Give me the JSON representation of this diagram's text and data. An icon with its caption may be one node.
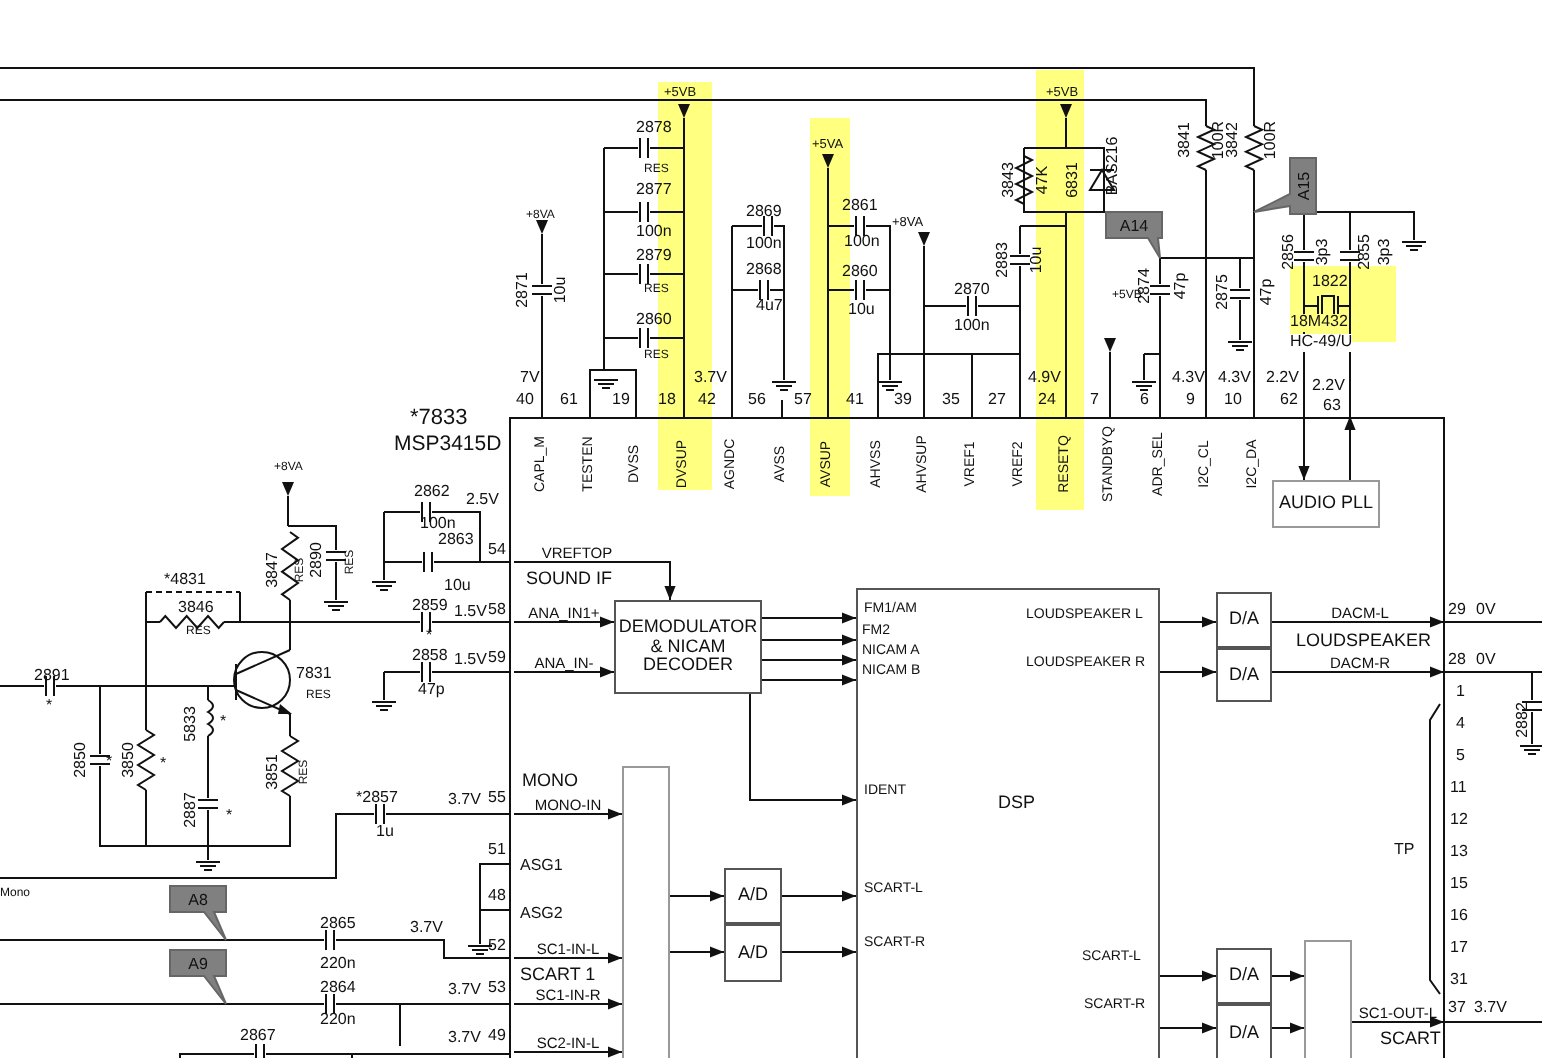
{
  "diagram": {
    "nodes": [
      {
        "text": [
          "DEMODULATOR & NICAM DECODER"
        ]
      },
      {
        "text": [
          "FM1/AM",
          "FM2",
          "NICAM A",
          "NICAM B",
          "IDENT",
          "SCART-L",
          "SCART-R",
          "DSP",
          "LOUDSPEAKER L",
          "LOUDSPEAKER R",
          "SCART-L",
          "SCART-R"
        ]
      },
      {
        "text": [],
        "shape": "box"
      },
      {
        "text": [
          "A/D"
        ]
      },
      {
        "text": [
          "A/D"
        ]
      },
      {
        "text": [
          "D/A"
        ]
      },
      {
        "text": [
          "D/A"
        ]
      },
      {
        "text": [
          "D/A"
        ]
      },
      {
        "text": [
          "D/A"
        ]
      },
      {
        "text": [],
        "shape": "box"
      },
      {
        "text": [
          "AUDIO PLL"
        ]
      },
      {
        "text": [
          "A8"
        ]
      },
      {
        "text": [
          "A9"
        ]
      },
      {
        "text": [
          "A14"
        ]
      },
      {
        "text": [
          "A15"
        ]
      },
      {
        "text": [
          "VREFTOP"
        ]
      },
      {
        "text": [
          "ANA_IN1+"
        ]
      },
      {
        "text": [
          "ANA_IN-"
        ]
      },
      {
        "text": [
          "MONO-IN"
        ]
      },
      {
        "text": [
          "SC1-IN-L"
        ]
      },
      {
        "text": [
          "SC1-IN-R"
        ]
      },
      {
        "text": [
          "SC2-IN-L"
        ]
      },
      {
        "text": [
          "DACM-L"
        ]
      },
      {
        "text": [
          "DACM-R"
        ]
      },
      {
        "text": [
          "SC1-OUT-L"
        ]
      },
      {
        "text": [
          "62"
        ]
      },
      {
        "text": [
          "63"
        ]
      }
    ],
    "edges": [
      {
        "from": 15,
        "to": 0,
        "arrow": "to"
      },
      {
        "from": 16,
        "to": 0,
        "arrow": "to"
      },
      {
        "from": 17,
        "to": 0,
        "arrow": "to"
      },
      {
        "from": 0,
        "to": 1,
        "arrow": "to"
      },
      {
        "from": 0,
        "to": 1,
        "arrow": "to"
      },
      {
        "from": 0,
        "to": 1,
        "arrow": "to"
      },
      {
        "from": 0,
        "to": 1,
        "arrow": "to"
      },
      {
        "from": 0,
        "to": 1,
        "arrow": "to"
      },
      {
        "from": 18,
        "to": 2,
        "arrow": "to"
      },
      {
        "from": 19,
        "to": 2,
        "arrow": "to"
      },
      {
        "from": 20,
        "to": 2,
        "arrow": "to"
      },
      {
        "from": 21,
        "to": 2,
        "arrow": "to"
      },
      {
        "from": 2,
        "to": 3,
        "arrow": "to"
      },
      {
        "from": 2,
        "to": 4,
        "arrow": "to"
      },
      {
        "from": 3,
        "to": 1,
        "arrow": "to"
      },
      {
        "from": 4,
        "to": 1,
        "arrow": "to"
      },
      {
        "from": 1,
        "to": 5,
        "arrow": "to"
      },
      {
        "from": 1,
        "to": 6,
        "arrow": "to"
      },
      {
        "from": 5,
        "to": 22,
        "arrow": "to"
      },
      {
        "from": 6,
        "to": 23,
        "arrow": "to"
      },
      {
        "from": 1,
        "to": 7,
        "arrow": "to"
      },
      {
        "from": 1,
        "to": 8,
        "arrow": "to"
      },
      {
        "from": 7,
        "to": 9,
        "arrow": "to"
      },
      {
        "from": 8,
        "to": 9,
        "arrow": "to"
      },
      {
        "from": 9,
        "to": 24,
        "arrow": "to"
      },
      {
        "from": 25,
        "to": 10,
        "arrow": "to"
      },
      {
        "from": 10,
        "to": 26,
        "arrow": "to"
      }
    ],
    "labels": [
      "+5VB",
      "2878",
      "RES",
      "2877",
      "100n",
      "2879",
      "RES",
      "2860",
      "RES",
      "+8VA",
      "2871",
      "10u",
      "2869",
      "100n",
      "2868",
      "4u7",
      "+5VA",
      "2861",
      "100n",
      "2860",
      "10u",
      "+8VA",
      "2883",
      "10u",
      "2870",
      "100n",
      "+5VB",
      "3843",
      "47K",
      "6831",
      "BAS216",
      "3841",
      "100R",
      "3842",
      "100R",
      "+5VB",
      "2874",
      "47p",
      "2875",
      "47p",
      "2856",
      "3p3",
      "2855",
      "3p3",
      "1822",
      "18M432",
      "HC-49/U",
      "7V",
      "3.7V",
      "4.9V",
      "4.3V",
      "4.3V",
      "2.2V",
      "2.2V",
      "40",
      "61",
      "19",
      "18",
      "42",
      "56",
      "57",
      "41",
      "39",
      "35",
      "27",
      "24",
      "7",
      "6",
      "9",
      "10",
      "*7833",
      "MSP3415D",
      "CAPL_M",
      "TESTEN",
      "DVSS",
      "DVSUP",
      "AGNDC",
      "AVSS",
      "AVSUP",
      "AHVSS",
      "AHVSUP",
      "VREF1",
      "VREF2",
      "RESETQ",
      "STANDBYQ",
      "ADR_SEL",
      "I2C_CL",
      "I2C_DA",
      "+8VA",
      "2862",
      "2.5V",
      "100n",
      "2863",
      "10u",
      "54",
      "SOUND IF",
      "3847",
      "RES",
      "2890",
      "RES",
      "*4831",
      "3846",
      "RES",
      "2859",
      "*",
      "1.5V",
      "58",
      "2891",
      "*",
      "2858",
      "47p",
      "1.5V",
      "59",
      "7831",
      "RES",
      "5833",
      "*",
      "2850",
      "*",
      "3850",
      "*",
      "3851",
      "RES",
      "2887",
      "*",
      "MONO",
      "*2857",
      "1u",
      "3.7V",
      "55",
      "51",
      "ASG1",
      "48",
      "ASG2",
      "Mono",
      "2865",
      "3.7V",
      "52",
      "220n",
      "SCART 1",
      "2864",
      "3.7V",
      "53",
      "220n",
      "2867",
      "3.7V",
      "49",
      "29",
      "0V",
      "LOUDSPEAKER",
      "28",
      "0V",
      "1",
      "4",
      "2882",
      "5",
      "11",
      "12",
      "TP",
      "13",
      "15",
      "16",
      "17",
      "31",
      "37",
      "3.7V",
      "SCART"
    ]
  }
}
